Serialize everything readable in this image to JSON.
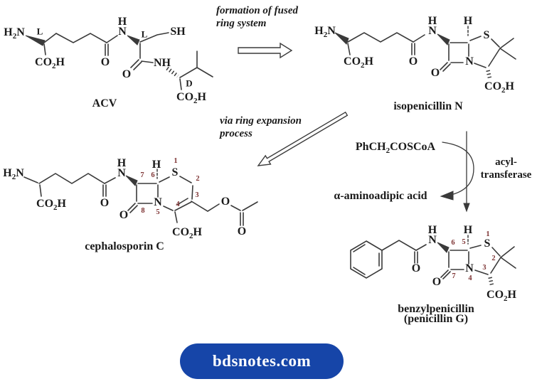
{
  "colors": {
    "background": "#ffffff",
    "structure_line": "#3a3a3a",
    "text": "#1a1a1a",
    "ring_number": "#7e3434",
    "badge_bg": "#1645a8",
    "badge_fg": "#ffffff"
  },
  "formulas": {
    "h2n": {
      "pre": "H",
      "sub": "2",
      "post": "N"
    },
    "co2h": {
      "pre": "CO",
      "sub": "2",
      "post": "H"
    },
    "cofactor": {
      "pre": "PhCH",
      "sub": "2",
      "post": "COSCoA"
    }
  },
  "atoms": {
    "o": "O",
    "n": "N",
    "h": "H",
    "s": "S",
    "sh": "SH",
    "nh": "NH"
  },
  "stereo": {
    "l": "L",
    "d": "D"
  },
  "structures": {
    "acv": {
      "name": "ACV"
    },
    "isopenicillin": {
      "name": "isopenicillin N"
    },
    "cephalosporin": {
      "name": "cephalosporin C",
      "numbers": {
        "c1": "1",
        "c2": "2",
        "c3": "3",
        "c4": "4",
        "c5": "5",
        "c6": "6",
        "c7": "7",
        "c8": "8"
      }
    },
    "benzylpenicillin": {
      "name": "benzylpenicillin",
      "alt_name": "(penicillin G)",
      "numbers": {
        "c1": "1",
        "c2": "2",
        "c3": "3",
        "c4": "4",
        "c5": "5",
        "c6": "6",
        "c7": "7"
      }
    }
  },
  "annotations": {
    "step1_line1": "formation of fused",
    "step1_line2": "ring system",
    "step2_line1": "via ring expansion",
    "step2_line2": "process",
    "enzyme_line1": "acyl-",
    "enzyme_line2": "transferase",
    "byproduct": "α-aminoadipic acid"
  },
  "badge": {
    "text": "bdsnotes.com"
  }
}
